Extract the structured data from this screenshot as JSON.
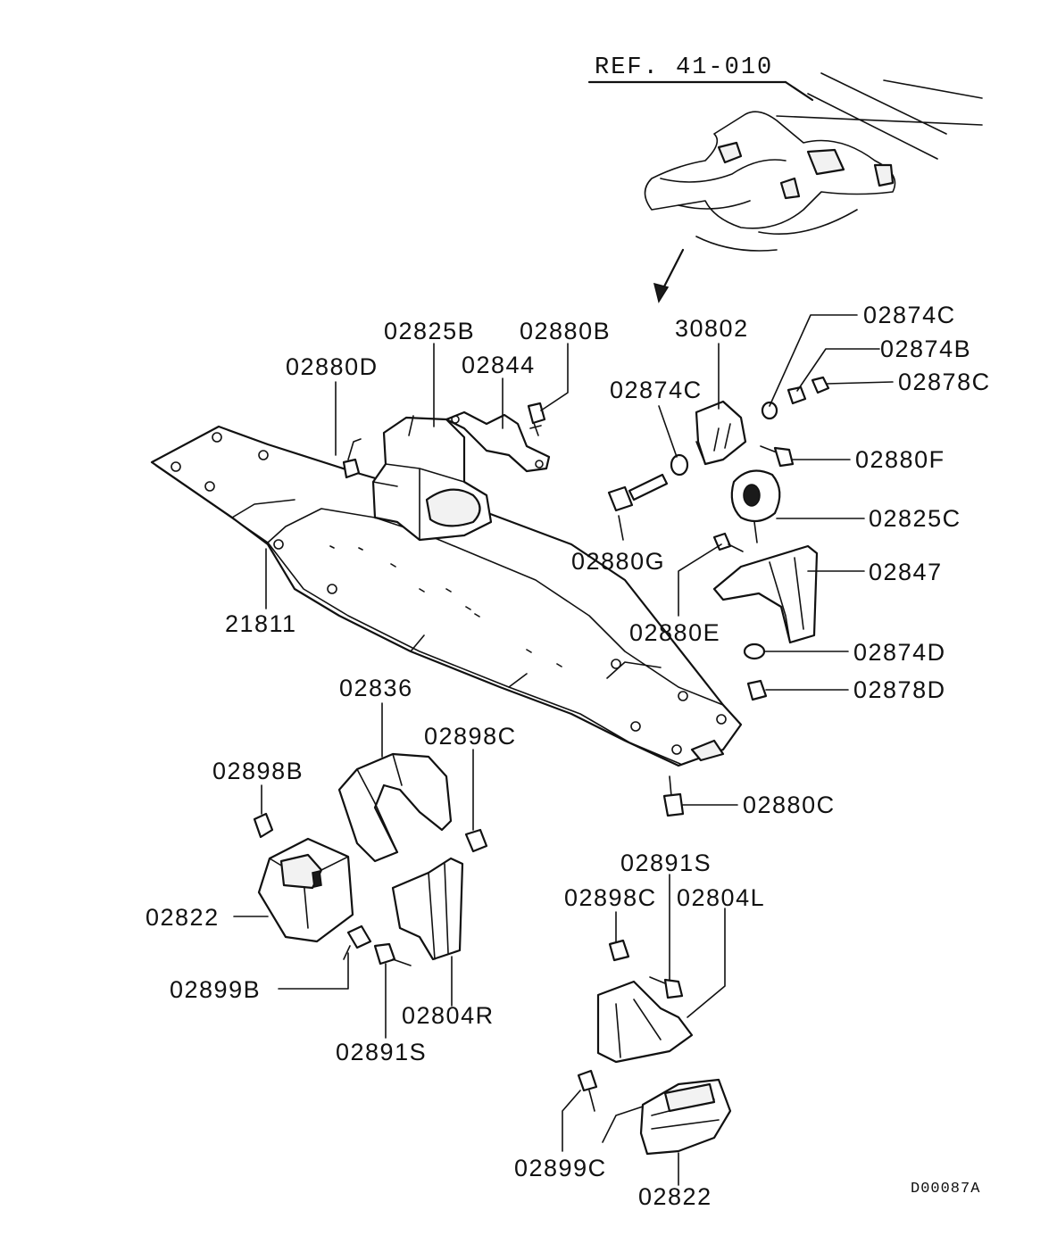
{
  "reference": "REF. 41-010",
  "drawing_code": "D00087A",
  "labels": {
    "p02874C_top": "02874C",
    "p02874B": "02874B",
    "p02878C": "02878C",
    "p30802": "30802",
    "p02825B": "02825B",
    "p02880B": "02880B",
    "p02880D": "02880D",
    "p02844": "02844",
    "p02874C_left": "02874C",
    "p02880F": "02880F",
    "p02825C": "02825C",
    "p02880G": "02880G",
    "p02847": "02847",
    "p21811": "21811",
    "p02880E": "02880E",
    "p02874D": "02874D",
    "p02878D": "02878D",
    "p02836": "02836",
    "p02898C_left": "02898C",
    "p02898B": "02898B",
    "p02880C": "02880C",
    "p02891S_right": "02891S",
    "p02898C_right": "02898C",
    "p02804L": "02804L",
    "p02822_left": "02822",
    "p02899B": "02899B",
    "p02804R": "02804R",
    "p02891S_left": "02891S",
    "p02899C": "02899C",
    "p02822_bottom": "02822"
  }
}
